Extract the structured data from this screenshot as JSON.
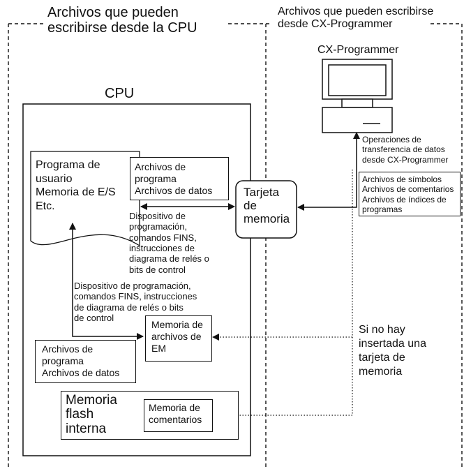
{
  "headers": {
    "cpu_side": "Archivos que pueden\nescribirse desde la CPU",
    "programmer_side": "Archivos que pueden escribirse\ndesde CX-Programmer"
  },
  "computer_label": "CX-Programmer",
  "cpu_label": "CPU",
  "user_program_doc": "Programa de\nusuario\nMemoria de E/S\nEtc.",
  "program_files_box": "Archivos de\nprograma\nArchivos de datos",
  "memory_card": "Tarjeta\nde\nmemoria",
  "transfer_label": "Operaciones de\ntransferencia de datos\ndesde CX-Programmer",
  "symbol_files_box": "Archivos de símbolos\nArchivos de comentarios\nArchivos de índices de\nprogramas",
  "device_note_right": "Dispositivo de\nprogramación,\ncomandos FINS,\ninstrucciones de\ndiagrama de relés o\nbits de control",
  "device_note_left": "Dispositivo de programación,\ncomandos FINS, instrucciones\nde diagrama de relés o bits\nde control",
  "em_file_memory": "Memoria de\narchivos de\nEM",
  "em_files_box": "Archivos de\nprograma\nArchivos de datos",
  "flash_memory": "Memoria\nflash\ninterna",
  "comment_memory": "Memoria de\ncomentarios",
  "no_card_note": "Si no hay\ninsertada una\ntarjeta de\nmemoria"
}
